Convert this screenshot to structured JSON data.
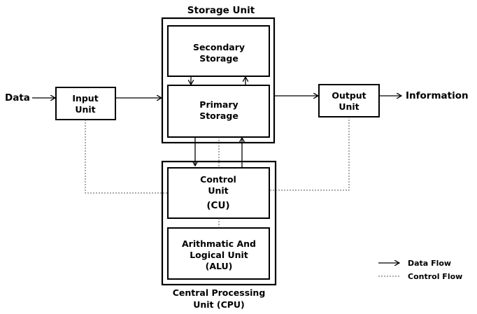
{
  "labels": {
    "storage_unit": "Storage Unit",
    "secondary_storage": [
      "Secondary",
      "Storage"
    ],
    "primary_storage": [
      "Primary",
      "Storage"
    ],
    "input_unit": [
      "Input",
      "Unit"
    ],
    "output_unit": [
      "Output",
      "Unit"
    ],
    "data": "Data",
    "information": "Information",
    "control_unit": [
      "Control",
      "Unit",
      "(CU)"
    ],
    "alu": [
      "Arithmatic And",
      "Logical Unit",
      "(ALU)"
    ],
    "cpu": [
      "Central Processing",
      "Unit (CPU)"
    ]
  },
  "legend": {
    "data_flow": "Data Flow",
    "control_flow": "Control Flow"
  }
}
